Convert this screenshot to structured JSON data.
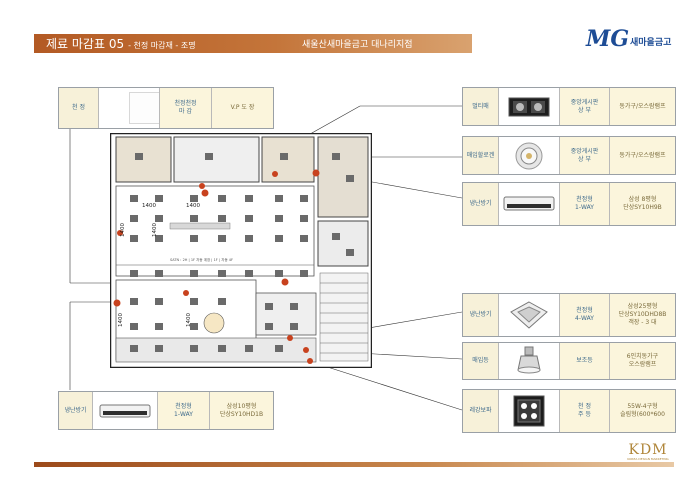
{
  "header": {
    "title": "제료 마감표 05",
    "subtitle": "- 천정 마감재 - 조명",
    "bank": "새울산새마을금고 대나리지점"
  },
  "logo": {
    "mark": "MG",
    "name": "새마을금고"
  },
  "ceiling": {
    "label": "천 정",
    "finish": "천정천정\n마 감",
    "spec": "V.P 도 장"
  },
  "left_fixture": {
    "label": "냉난방기",
    "type": "천정형\n1-WAY",
    "spec": "삼성10평형\n단상SY10HD1B"
  },
  "right_fixtures": [
    {
      "label": "멀티매",
      "type": "중앙게시판\n상 부",
      "spec": "동가구/오스람램프"
    },
    {
      "label": "매입할로겐",
      "type": "중앙게시판\n상 부",
      "spec": "동가구/오스람램프"
    },
    {
      "label": "냉난방기",
      "type": "천정형\n1-WAY",
      "spec": "삼성 8평형\n단상SY10H9B"
    },
    {
      "label": "냉난방기",
      "type": "천정형\n4-WAY",
      "spec": "삼성25평형\n단상SY10DHD8B\n객장 - 3 대"
    },
    {
      "label": "매입등",
      "type": "보조등",
      "spec": "6인치동가구\n오스람램프"
    },
    {
      "label": "레강보파",
      "type": "천 정\n주 등",
      "spec": "55W-4구형\n슬림형(600*600"
    }
  ],
  "plan": {
    "dims": [
      "1400",
      "1400",
      "1400",
      "1400",
      "1400",
      "1400"
    ],
    "legend": "SATN : 2H | 1F 자동 계장 | 1F | 자동 4F"
  },
  "brand": {
    "mark": "KDM",
    "sub": "KOREA DESIGN MARKETING"
  },
  "colors": {
    "accent": "#b35a24",
    "logo": "#1d4c95",
    "lamp": "#c8421e"
  }
}
